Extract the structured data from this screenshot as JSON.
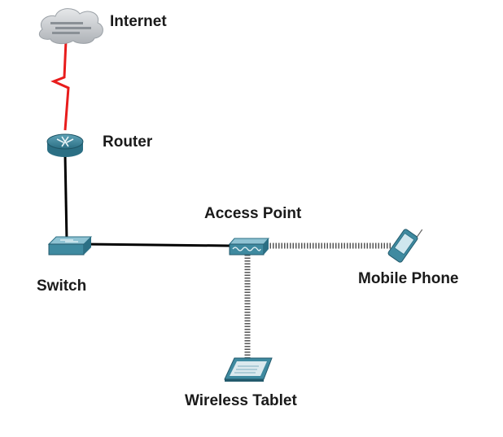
{
  "nodes": {
    "internet": {
      "label": "Internet",
      "icon": "cloud-icon"
    },
    "router": {
      "label": "Router",
      "icon": "router-icon"
    },
    "switch": {
      "label": "Switch",
      "icon": "switch-icon"
    },
    "access_point": {
      "label": "Access Point",
      "icon": "access-point-icon"
    },
    "mobile_phone": {
      "label": "Mobile Phone",
      "icon": "mobile-phone-icon"
    },
    "wireless_tablet": {
      "label": "Wireless Tablet",
      "icon": "tablet-icon"
    }
  },
  "links": [
    {
      "from": "internet",
      "to": "router",
      "type": "serial",
      "color": "#e81c1c"
    },
    {
      "from": "router",
      "to": "switch",
      "type": "ethernet",
      "color": "#000000"
    },
    {
      "from": "switch",
      "to": "access_point",
      "type": "ethernet",
      "color": "#000000"
    },
    {
      "from": "access_point",
      "to": "mobile_phone",
      "type": "wireless",
      "color": "#555555"
    },
    {
      "from": "access_point",
      "to": "wireless_tablet",
      "type": "wireless",
      "color": "#555555"
    }
  ],
  "colors": {
    "device_teal": "#3f8aa0",
    "device_dark": "#235a6c",
    "cloud_gray": "#c9ccd0"
  }
}
